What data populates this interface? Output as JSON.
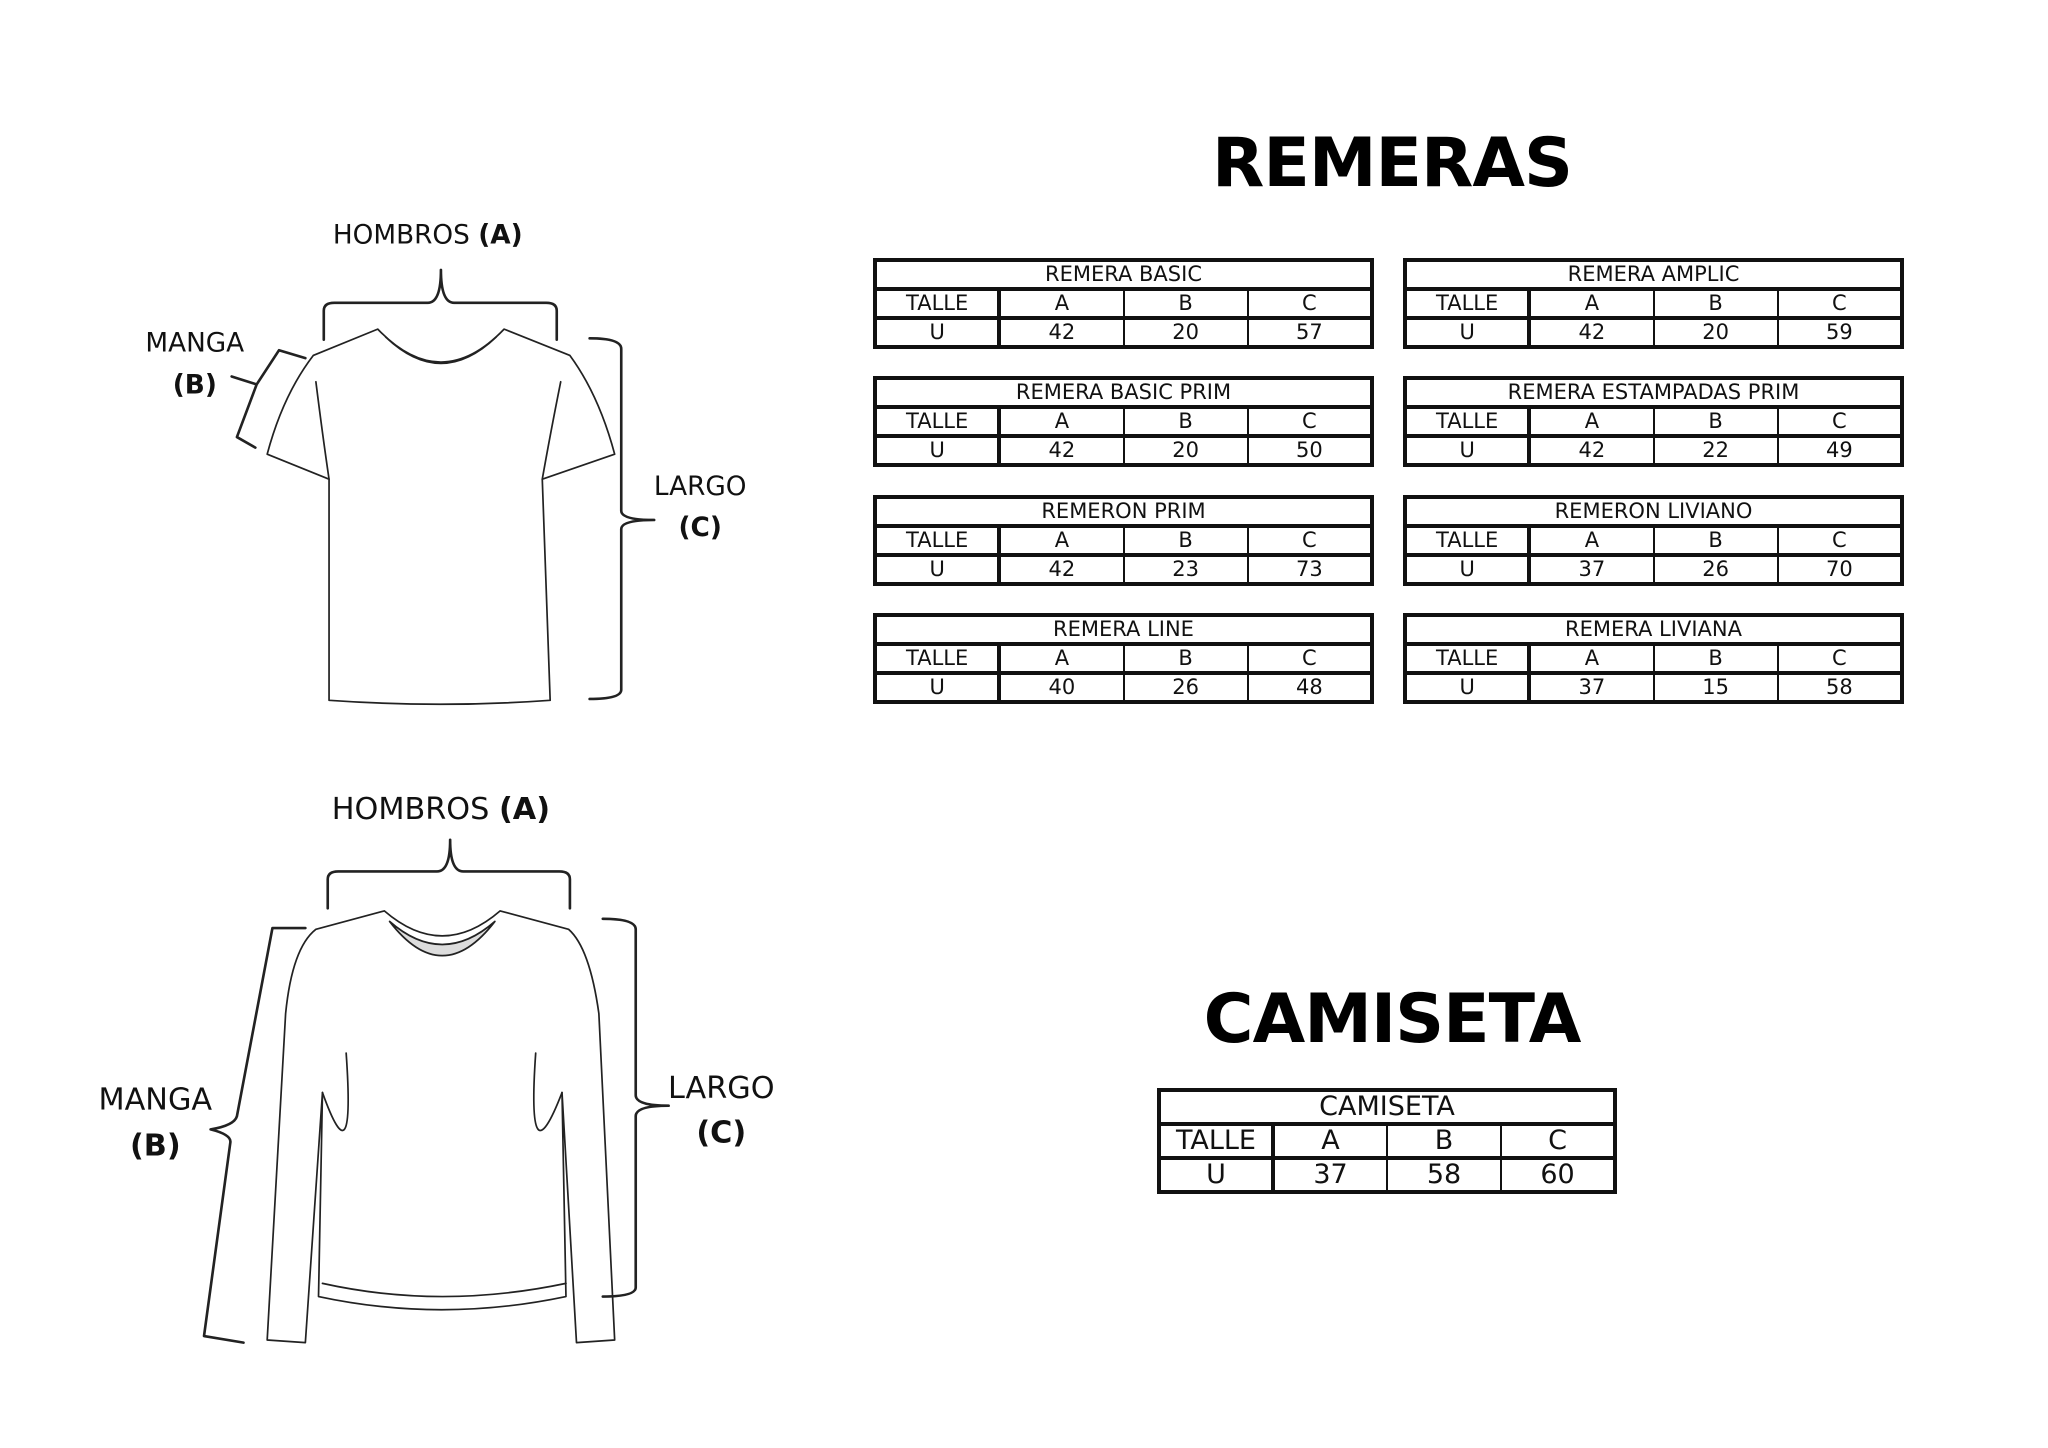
{
  "shirt_tee": {
    "shoulders_label": "HOMBROS",
    "shoulders_letter": "(A)",
    "sleeve_label": "MANGA",
    "sleeve_letter": "(B)",
    "length_label": "LARGO",
    "length_letter": "(C)"
  },
  "shirt_long": {
    "shoulders_label": "HOMBROS",
    "shoulders_letter": "(A)",
    "sleeve_label": "MANGA",
    "sleeve_letter": "(B)",
    "length_label": "LARGO",
    "length_letter": "(C)"
  },
  "remeras": {
    "title": "REMERAS",
    "tables": [
      {
        "name": "REMERA BASIC",
        "headers": [
          "TALLE",
          "A",
          "B",
          "C"
        ],
        "row": [
          "U",
          "42",
          "20",
          "57"
        ]
      },
      {
        "name": "REMERA AMPLIC",
        "headers": [
          "TALLE",
          "A",
          "B",
          "C"
        ],
        "row": [
          "U",
          "42",
          "20",
          "59"
        ]
      },
      {
        "name": "REMERA BASIC PRIM",
        "headers": [
          "TALLE",
          "A",
          "B",
          "C"
        ],
        "row": [
          "U",
          "42",
          "20",
          "50"
        ]
      },
      {
        "name": "REMERA ESTAMPADAS PRIM",
        "headers": [
          "TALLE",
          "A",
          "B",
          "C"
        ],
        "row": [
          "U",
          "42",
          "22",
          "49"
        ]
      },
      {
        "name": "REMERON PRIM",
        "headers": [
          "TALLE",
          "A",
          "B",
          "C"
        ],
        "row": [
          "U",
          "42",
          "23",
          "73"
        ]
      },
      {
        "name": "REMERON LIVIANO",
        "headers": [
          "TALLE",
          "A",
          "B",
          "C"
        ],
        "row": [
          "U",
          "37",
          "26",
          "70"
        ]
      },
      {
        "name": "REMERA LINE",
        "headers": [
          "TALLE",
          "A",
          "B",
          "C"
        ],
        "row": [
          "U",
          "40",
          "26",
          "48"
        ]
      },
      {
        "name": "REMERA LIVIANA",
        "headers": [
          "TALLE",
          "A",
          "B",
          "C"
        ],
        "row": [
          "U",
          "37",
          "15",
          "58"
        ]
      }
    ]
  },
  "camiseta": {
    "title": "CAMISETA",
    "table": {
      "name": "CAMISETA",
      "headers": [
        "TALLE",
        "A",
        "B",
        "C"
      ],
      "row": [
        "U",
        "37",
        "58",
        "60"
      ]
    }
  }
}
